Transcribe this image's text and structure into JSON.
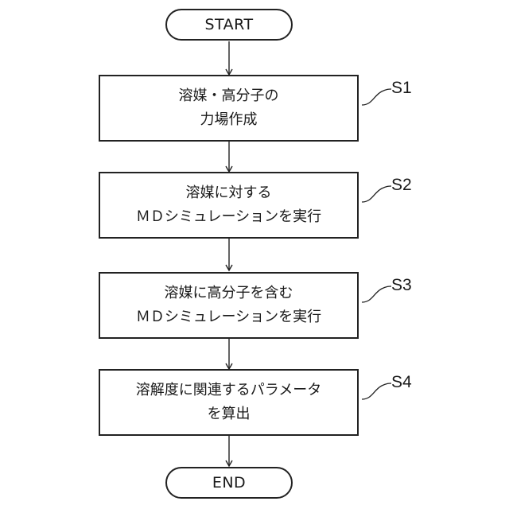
{
  "start_label": "START",
  "end_label": "END",
  "steps": [
    {
      "id": "S1",
      "line1": "溶媒・高分子の",
      "line2": "力場作成"
    },
    {
      "id": "S2",
      "line1": "溶媒に対する",
      "line2": "ＭＤシミュレーションを実行"
    },
    {
      "id": "S3",
      "line1": "溶媒に高分子を含む",
      "line2": "ＭＤシミュレーションを実行"
    },
    {
      "id": "S4",
      "line1": "溶解度に関連するパラメータ",
      "line2": "を算出"
    }
  ]
}
